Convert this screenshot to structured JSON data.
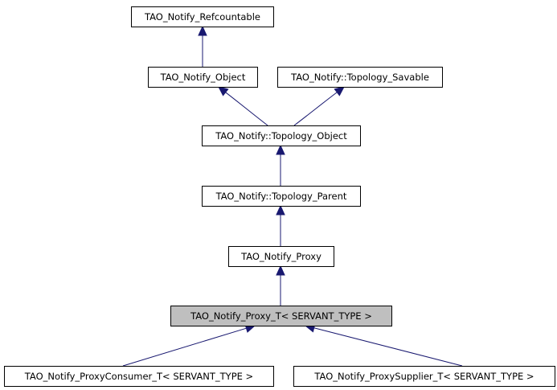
{
  "diagram": {
    "title": "Inheritance diagram for TAO_Notify_Proxy_T< SERVANT_TYPE >",
    "edge_color": "#191970",
    "current_node_fill": "#bfbfbf",
    "nodes": [
      {
        "id": "refcountable",
        "label": "TAO_Notify_Refcountable",
        "current": false
      },
      {
        "id": "object",
        "label": "TAO_Notify_Object",
        "current": false
      },
      {
        "id": "topology_savable",
        "label": "TAO_Notify::Topology_Savable",
        "current": false
      },
      {
        "id": "topology_object",
        "label": "TAO_Notify::Topology_Object",
        "current": false
      },
      {
        "id": "topology_parent",
        "label": "TAO_Notify::Topology_Parent",
        "current": false
      },
      {
        "id": "proxy",
        "label": "TAO_Notify_Proxy",
        "current": false
      },
      {
        "id": "proxy_t",
        "label": "TAO_Notify_Proxy_T< SERVANT_TYPE >",
        "current": true
      },
      {
        "id": "proxyconsumer_t",
        "label": "TAO_Notify_ProxyConsumer_T< SERVANT_TYPE >",
        "current": false
      },
      {
        "id": "proxysupplier_t",
        "label": "TAO_Notify_ProxySupplier_T< SERVANT_TYPE >",
        "current": false
      }
    ],
    "edges": [
      {
        "from": "object",
        "to": "refcountable"
      },
      {
        "from": "topology_object",
        "to": "object"
      },
      {
        "from": "topology_object",
        "to": "topology_savable"
      },
      {
        "from": "topology_parent",
        "to": "topology_object"
      },
      {
        "from": "proxy",
        "to": "topology_parent"
      },
      {
        "from": "proxy_t",
        "to": "proxy"
      },
      {
        "from": "proxyconsumer_t",
        "to": "proxy_t"
      },
      {
        "from": "proxysupplier_t",
        "to": "proxy_t"
      }
    ]
  }
}
